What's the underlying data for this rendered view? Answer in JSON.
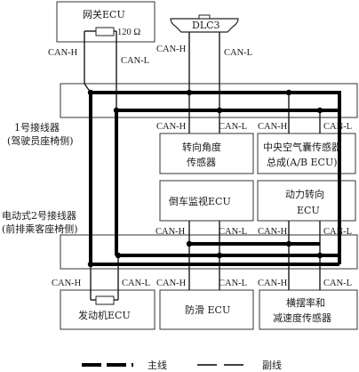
{
  "nodes": {
    "gateway_ecu": "网关ECU",
    "resistor": "120 Ω",
    "dlc3": "DLC3",
    "steering_sensor": [
      "转向角度",
      "传感器"
    ],
    "airbag_ecu": [
      "中央空气囊传感器",
      "总成(A/B ECU)"
    ],
    "reverse_monitor_ecu": "倒车监视ECU",
    "power_steering_ecu": [
      "动力转向",
      "ECU"
    ],
    "engine_ecu": "发动机ECU",
    "abs_ecu": "防滑 ECU",
    "yaw_sensor": [
      "横摆率和",
      "减速度传感器"
    ]
  },
  "junctions": {
    "j1": [
      "1号接线器",
      "(驾驶员座椅侧)"
    ],
    "j2": [
      "电动式2号接线器",
      "(前排乘客座椅侧)"
    ]
  },
  "signals": {
    "can_h": "CAN-H",
    "can_l": "CAN-L"
  },
  "legend": {
    "main": "主线",
    "sub": "副线"
  }
}
